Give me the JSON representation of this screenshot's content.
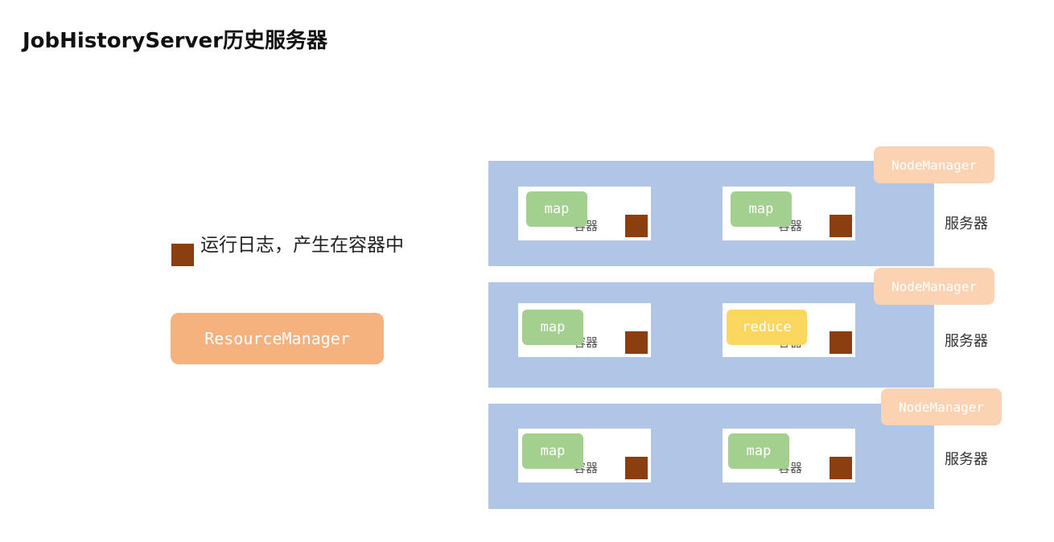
{
  "title": "JobHistoryServer历史服务器",
  "legend": {
    "text": "运行日志，产生在容器中"
  },
  "resource_manager": {
    "label": "ResourceManager"
  },
  "servers": [
    {
      "label": "服务器",
      "node_manager": "NodeManager",
      "containers": [
        {
          "label": "容器",
          "task": "map"
        },
        {
          "label": "容器",
          "task": "map"
        }
      ]
    },
    {
      "label": "服务器",
      "node_manager": "NodeManager",
      "containers": [
        {
          "label": "容器",
          "task": "map"
        },
        {
          "label": "容器",
          "task": "reduce"
        }
      ]
    },
    {
      "label": "服务器",
      "node_manager": "NodeManager",
      "containers": [
        {
          "label": "容器",
          "task": "map"
        },
        {
          "label": "容器",
          "task": "map"
        }
      ]
    }
  ]
}
